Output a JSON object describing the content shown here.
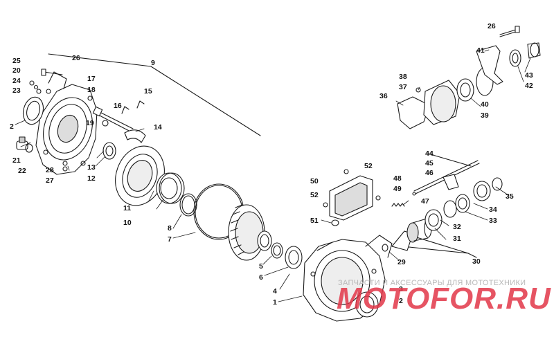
{
  "labels": [
    "25",
    "26",
    "20",
    "24",
    "23",
    "9",
    "17",
    "18",
    "15",
    "16",
    "2",
    "14",
    "19",
    "21",
    "22",
    "28",
    "27",
    "13",
    "12",
    "11",
    "10",
    "8",
    "7",
    "5",
    "6",
    "4",
    "1",
    "29",
    "30",
    "31",
    "32",
    "33",
    "34",
    "35",
    "44",
    "45",
    "46",
    "47",
    "48",
    "49",
    "50",
    "52",
    "52",
    "51",
    "36",
    "37",
    "38",
    "39",
    "40",
    "41",
    "42",
    "43",
    "26",
    "3",
    "2"
  ],
  "watermark": {
    "line1": "ЗАПЧАСТИ И АКСЕССУАРЫ ДЛЯ МОТОТЕХНИКИ",
    "line2": "MOTOFOR.RU"
  },
  "colors": {
    "line": "#1a1a1a",
    "watermark": "#e23648",
    "part_fill": "#ffffff",
    "shade": "#c8c8c8"
  }
}
